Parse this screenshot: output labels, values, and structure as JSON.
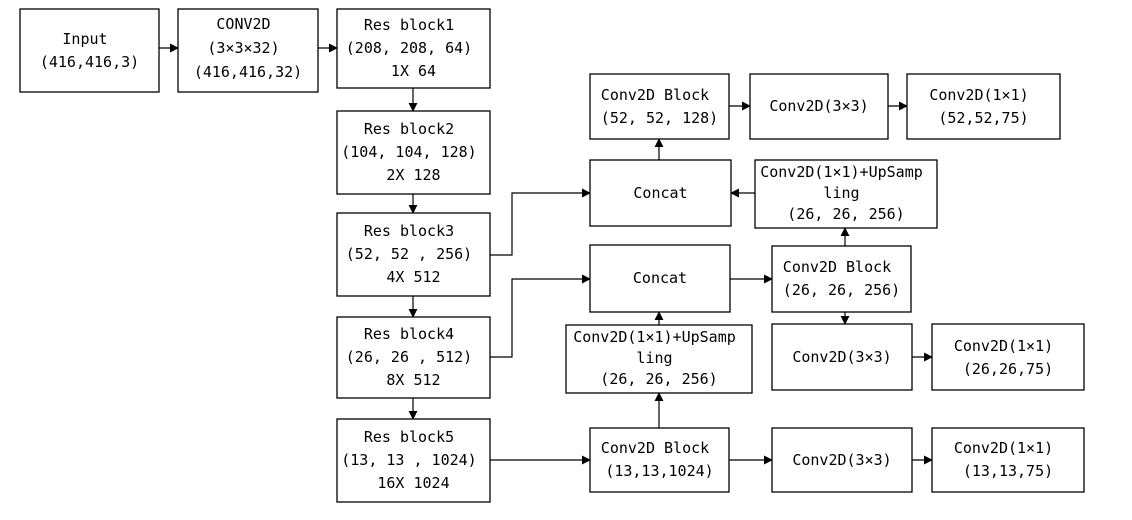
{
  "nodes": {
    "input": {
      "lines": [
        "Input",
        "(416,416,3)"
      ]
    },
    "conv2d": {
      "lines": [
        "CONV2D",
        "(3×3×32)",
        "(416,416,32)"
      ]
    },
    "res1": {
      "lines": [
        "Res block1",
        "(208, 208, 64)",
        "1X 64"
      ]
    },
    "res2": {
      "lines": [
        "Res block2",
        "(104, 104, 128)",
        "2X 128"
      ]
    },
    "res3": {
      "lines": [
        "Res block3",
        "(52, 52 , 256)",
        "4X 512"
      ]
    },
    "res4": {
      "lines": [
        "Res block4",
        "(26, 26 , 512)",
        "8X 512"
      ]
    },
    "res5": {
      "lines": [
        "Res block5",
        "(13, 13 , 1024)",
        "16X 1024"
      ]
    },
    "concat_top": {
      "lines": [
        "Concat"
      ]
    },
    "concat_mid": {
      "lines": [
        "Concat"
      ]
    },
    "convblock_52": {
      "lines": [
        "Conv2D Block",
        "(52, 52, 128)"
      ]
    },
    "conv3x3_52": {
      "lines": [
        "Conv2D(3×3)"
      ]
    },
    "conv1x1_52": {
      "lines": [
        "Conv2D(1×1)",
        "(52,52,75)"
      ]
    },
    "upsample_26": {
      "lines": [
        "Conv2D(1×1)+UpSamp",
        "ling",
        "(26, 26, 256)"
      ]
    },
    "convblock_26": {
      "lines": [
        "Conv2D Block",
        "(26, 26, 256)"
      ]
    },
    "conv3x3_26": {
      "lines": [
        "Conv2D(3×3)"
      ]
    },
    "conv1x1_26": {
      "lines": [
        "Conv2D(1×1)",
        "(26,26,75)"
      ]
    },
    "upsample_13": {
      "lines": [
        "Conv2D(1×1)+UpSamp",
        "ling",
        "(26, 26, 256)"
      ]
    },
    "convblock_13": {
      "lines": [
        "Conv2D Block",
        "(13,13,1024)"
      ]
    },
    "conv3x3_13": {
      "lines": [
        "Conv2D(3×3)"
      ]
    },
    "conv1x1_13": {
      "lines": [
        "Conv2D(1×1)",
        "(13,13,75)"
      ]
    }
  }
}
